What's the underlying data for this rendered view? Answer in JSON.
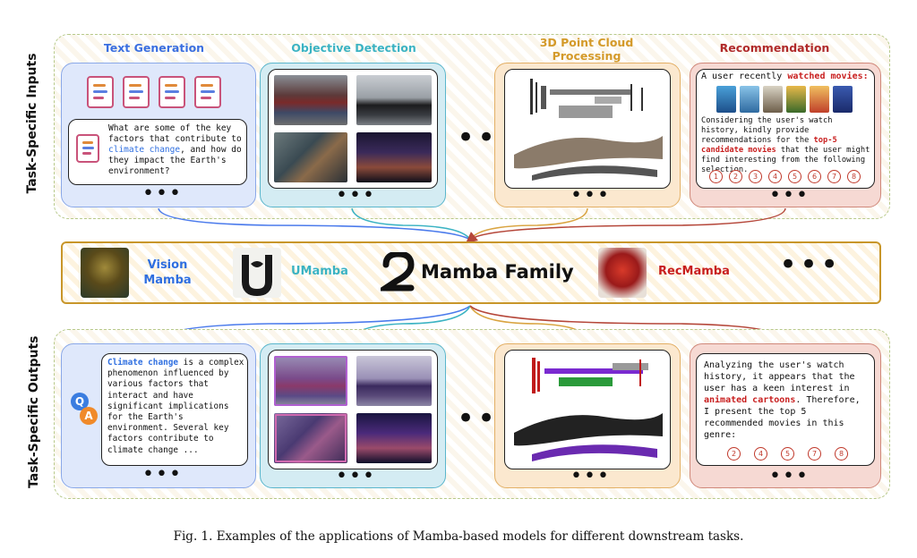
{
  "side_labels": {
    "inputs": "Task-Specific Inputs",
    "outputs": "Task-Specific Outputs"
  },
  "headers": {
    "text_generation": "Text Generation",
    "objective_detection": "Objective Detection",
    "point_cloud": "3D Point Cloud Processing",
    "recommendation": "Recommendation"
  },
  "inputs": {
    "text_prompt": {
      "before": "What are some of the key factors that contribute to ",
      "highlight": "climate change",
      "after": ", and how do they impact the Earth's environment?"
    },
    "rec": {
      "intro_before": "A user recently ",
      "intro_highlight": "watched movies:",
      "body_before": "Considering the user's watch history, kindly provide recommendations for the ",
      "body_highlight": "top-5 candidate movies",
      "body_after": " that the user might find interesting from the following selection.",
      "candidates": [
        "1",
        "2",
        "3",
        "4",
        "5",
        "6",
        "7",
        "8"
      ]
    }
  },
  "center": {
    "vision_mamba": "Vision Mamba",
    "umamba": "UMamba",
    "title": "Mamba Family",
    "recmamba": "RecMamba",
    "more": "•••"
  },
  "outputs": {
    "qa_icon": {
      "q": "Q",
      "a": "A"
    },
    "text_answer": {
      "highlight": "Climate change",
      "after": " is a complex phenomenon influenced by various factors that interact and have significant implications for the Earth's environment. Several key factors contribute to climate change ..."
    },
    "rec": {
      "before": "Analyzing the user's watch history, it appears that the user has a keen interest in ",
      "highlight": "animated cartoons",
      "after": ". Therefore, I present the top 5 recommended movies in this genre:",
      "picks": [
        "2",
        "4",
        "5",
        "7",
        "8"
      ]
    }
  },
  "ellipsis": "•••",
  "caption": "Fig. 1.  Examples of the applications of Mamba-based models for different downstream tasks.",
  "colors": {
    "text_gen": "#4b7bec",
    "detection": "#3bb3c3",
    "point_cloud": "#d9a441",
    "recommendation": "#b5473a",
    "band_border": "#b7c98a",
    "mamba_border": "#c8962a"
  }
}
